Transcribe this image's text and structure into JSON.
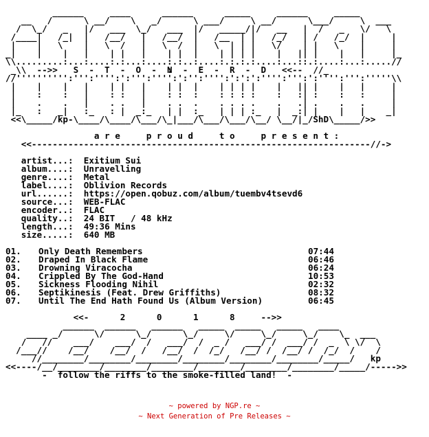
{
  "logo_lines": [
    "         ______     ____      ______      _____     ______     _____",
    "   __   /      \\ __/    \\   _/      \\ ___/     \\ __/      \\___/     \\  ___",
    "  /  \\_/   _   |/   ___  \\_/   ___  |/   _____/|/   __   |  /   _   \\/   \\",
    " /____|   /_|  |   /__/   |   /__/  |   /__  | |   /_/   | /   /_/  |     |",
    " |    |   \\    |   \\  /   |   \\  /  |   \\  | | |   \\/    | |   \\    |     |",
    "_|    |    |   |    | |   |    | |  |    | | | |    |   || |    |   |     |_",
    "\\\\.........:...:....:.:...:....:.:..:....:.:.:.:....:...::.:....:...:.....//",
    "                               :"
  ],
  "logo_word_line": " _\\\\  -->>   S  -  T  -  O  -  N  -  E  -  R  -  D   <<--  //_",
  "logo_lower_lines": [
    "//'''''''''':''':'''':':''':'''':':'':'''':':':':'''':''':':'''':''':'''''\\\\",
    " |    |    |   |    | |   |    | |  |    | | | |    |   || |    |   |     |",
    " |    :    :   |    : :   |    : :  :    : : : :    :   :| :    :   :     |",
    " |    .    .   |    . .   |    . .  .    . . . .    .   .| .    .   .     |",
    " |_   :   _|   :_   : |  _:_   | |  :_   | | | :_   |  _:| |    |   |    _|",
    " <<\\_____/kp-\\____/\\____/\\___/\\_|___/\\___/\\___/\\__/ \\__/|_/ShD\\_____/>>"
  ],
  "present_line": "                 a r e     p r o u d     t o     p r e s e n t :",
  "rule_line": "   <<-----------------------------------------------------------------//->",
  "release_info": [
    {
      "label": "artist...:",
      "value": "Exitium Sui"
    },
    {
      "label": "album....:",
      "value": "Unravelling"
    },
    {
      "label": "genre....:",
      "value": "Metal"
    },
    {
      "label": "label....:",
      "value": "Oblivion Records"
    },
    {
      "label": "url......:",
      "value": "https://open.qobuz.com/album/tuembv4tsevd6"
    },
    {
      "label": "source...:",
      "value": "WEB-FLAC"
    },
    {
      "label": "encoder..:",
      "value": "FLAC"
    },
    {
      "label": "quality..:",
      "value": "24 BIT   / 48 kHz"
    },
    {
      "label": "length...:",
      "value": "49:36 Mins"
    },
    {
      "label": "size.....:",
      "value": "640 MB"
    }
  ],
  "tracklist": [
    {
      "num": "01.",
      "title": "Only Death Remembers",
      "time": "07:44"
    },
    {
      "num": "02.",
      "title": "Draped In Black Flame",
      "time": "06:46"
    },
    {
      "num": "03.",
      "title": "Drowning Viracocha",
      "time": "06:24"
    },
    {
      "num": "04.",
      "title": "Crippled By The God-Hand",
      "time": "10:53"
    },
    {
      "num": "05.",
      "title": "Sickness Flooding Nihil",
      "time": "02:32"
    },
    {
      "num": "06.",
      "title": "Septikinesis (Feat. Drew Griffiths)",
      "time": "08:32"
    },
    {
      "num": "07.",
      "title": "Until The End Hath Found Us (Album Version)",
      "time": "06:45"
    }
  ],
  "year_line": "             <<-      2      0      1      8     -->>",
  "year_logo_lines": [
    "           ______  ______   ______   _____  _____   _____   ____",
    "    ____ _/      \\/      \\_/      \\_/     \\/     \\_/     \\_/    \\_  ___",
    "   /   //    ___/    ___/  /   ___/  /  _ /   ___/ /  ___/ /  _  \\ \\/  \\",
    "  /___//    /__/    /__/  /   /__/  /  /_/   /__/ /  /__/ /  /_/  /    /",
    "     //________/________/________/________/________/________/_____/   kp",
    "<<----/__/________/________/________/________/________/________/_____/----->>"
  ],
  "tagline": "       -  follow the riffs to the smoke-filled land!  -",
  "footer": {
    "line1": "~ powered by NGP.re ~",
    "line2": "~ Next Generation of Pre Releases ~",
    "color": "#cc0000"
  }
}
